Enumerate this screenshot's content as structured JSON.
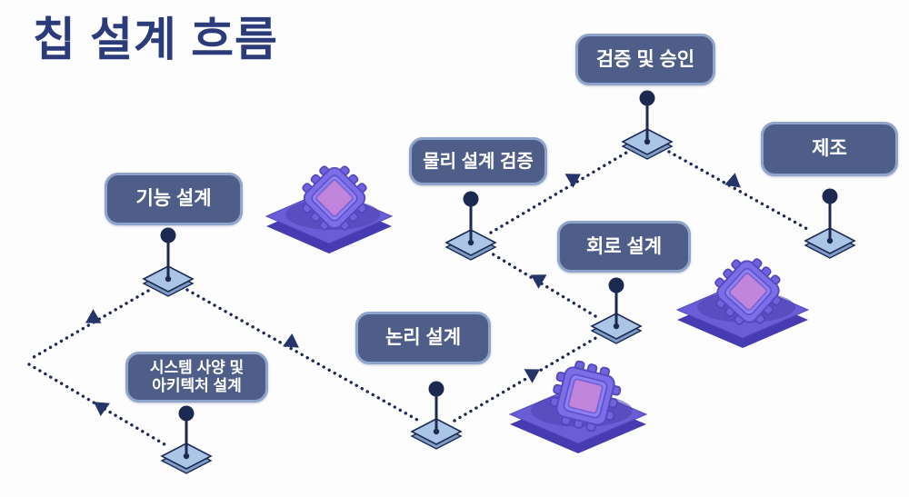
{
  "title": "칩 설계 흐름",
  "nodes": [
    {
      "id": "functional-design",
      "label": "기능 설계"
    },
    {
      "id": "system-spec-architecture",
      "label": "시스템 사양 및\n아키텍처 설계"
    },
    {
      "id": "logic-design",
      "label": "논리 설계"
    },
    {
      "id": "circuit-design",
      "label": "회로 설계"
    },
    {
      "id": "physical-design-verification",
      "label": "물리 설계 검증"
    },
    {
      "id": "verification-approval",
      "label": "검증 및 승인"
    },
    {
      "id": "manufacturing",
      "label": "제조"
    }
  ],
  "edges": [
    {
      "from": "functional-design",
      "to": "corner-vertex"
    },
    {
      "from": "corner-vertex",
      "to": "system-spec-architecture"
    },
    {
      "from": "functional-design",
      "to": "logic-design"
    },
    {
      "from": "logic-design",
      "to": "circuit-design"
    },
    {
      "from": "circuit-design",
      "to": "physical-design-verification"
    },
    {
      "from": "physical-design-verification",
      "to": "verification-approval"
    },
    {
      "from": "verification-approval",
      "to": "manufacturing"
    }
  ],
  "icons": [
    "chip-on-wafer-illustration-left",
    "chip-on-wafer-illustration-bottom",
    "chip-on-wafer-illustration-right"
  ],
  "colors": {
    "title_navy": "#2c3b7a",
    "box_fill": "#4f5e89",
    "box_border": "#8ea4ca",
    "box_text": "#ffffff",
    "connector_navy": "#1e2a55",
    "diamond_fill": "#aac5e5",
    "chip_platform_purple": "#6a5ed6",
    "chip_body_purple": "#7b6ee6",
    "chip_screen_pink": "#c285dc"
  }
}
